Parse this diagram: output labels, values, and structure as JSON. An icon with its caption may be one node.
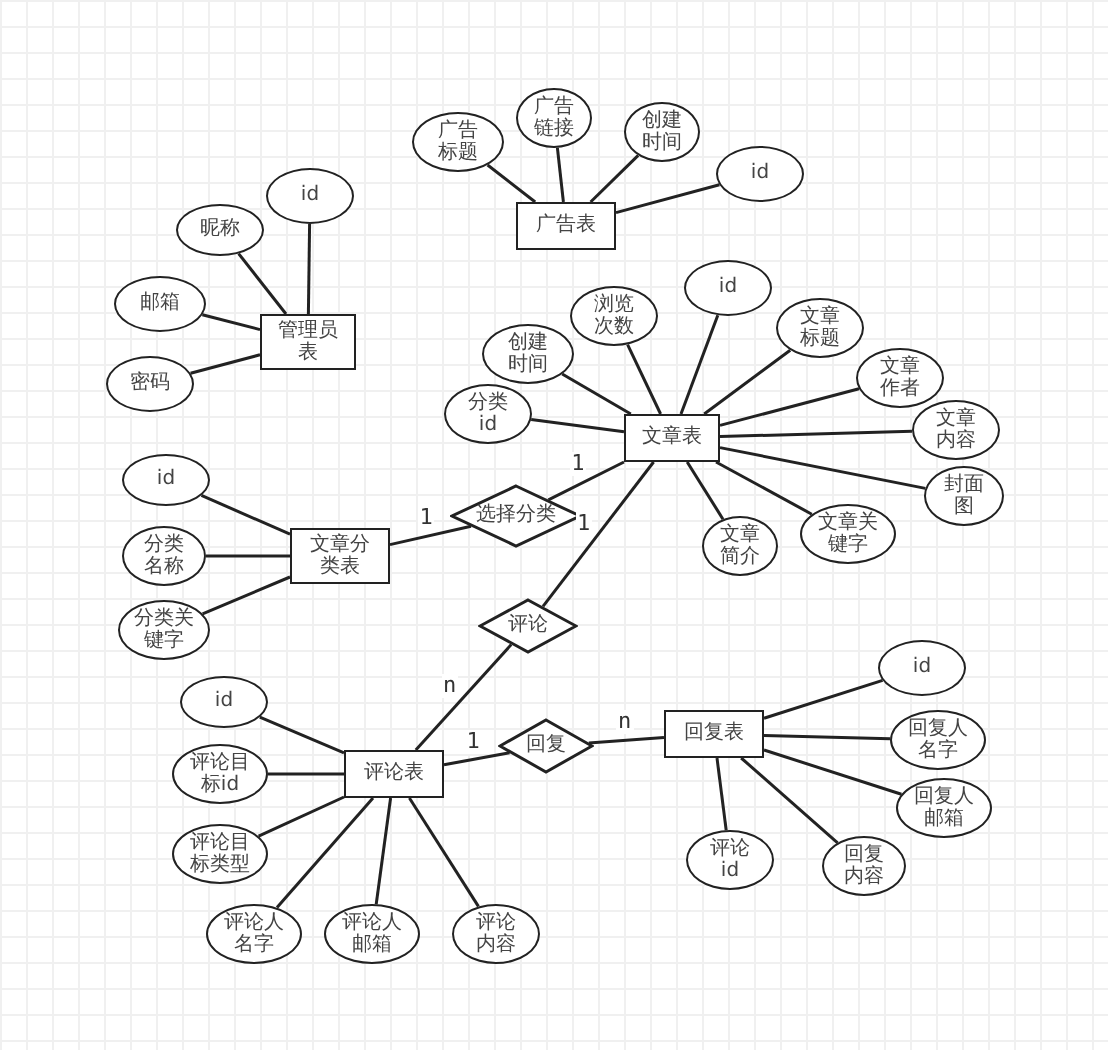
{
  "diagram": {
    "nodes": [
      {
        "text": [
          "广告表"
        ]
      },
      {
        "text": [
          "广告标题"
        ]
      },
      {
        "text": [
          "广告链接"
        ]
      },
      {
        "text": [
          "创建时间"
        ]
      },
      {
        "text": [
          "id"
        ]
      },
      {
        "text": [
          "管理员表"
        ]
      },
      {
        "text": [
          "id"
        ]
      },
      {
        "text": [
          "昵称"
        ]
      },
      {
        "text": [
          "邮箱"
        ]
      },
      {
        "text": [
          "密码"
        ]
      },
      {
        "text": [
          "文章表"
        ]
      },
      {
        "text": [
          "分类id"
        ]
      },
      {
        "text": [
          "创建时间"
        ]
      },
      {
        "text": [
          "浏览次数"
        ]
      },
      {
        "text": [
          "id"
        ]
      },
      {
        "text": [
          "文章标题"
        ]
      },
      {
        "text": [
          "文章作者"
        ]
      },
      {
        "text": [
          "文章内容"
        ]
      },
      {
        "text": [
          "封面图"
        ]
      },
      {
        "text": [
          "文章关键字"
        ]
      },
      {
        "text": [
          "文章简介"
        ]
      },
      {
        "text": [
          "文章分类表"
        ]
      },
      {
        "text": [
          "id"
        ]
      },
      {
        "text": [
          "分类名称"
        ]
      },
      {
        "text": [
          "分类关键字"
        ]
      },
      {
        "text": [
          "选择分类"
        ]
      },
      {
        "text": [
          "评论"
        ]
      },
      {
        "text": [
          "评论表"
        ]
      },
      {
        "text": [
          "id"
        ]
      },
      {
        "text": [
          "评论目标id"
        ]
      },
      {
        "text": [
          "评论目标类型"
        ]
      },
      {
        "text": [
          "评论人名字"
        ]
      },
      {
        "text": [
          "评论人邮箱"
        ]
      },
      {
        "text": [
          "评论内容"
        ]
      },
      {
        "text": [
          "回复"
        ]
      },
      {
        "text": [
          "回复表"
        ]
      },
      {
        "text": [
          "id"
        ]
      },
      {
        "text": [
          "回复人名字"
        ]
      },
      {
        "text": [
          "回复人邮箱"
        ]
      },
      {
        "text": [
          "回复内容"
        ]
      },
      {
        "text": [
          "评论id"
        ]
      }
    ],
    "edges": [
      {
        "from": 0,
        "to": 1,
        "arrow": "none"
      },
      {
        "from": 0,
        "to": 2,
        "arrow": "none"
      },
      {
        "from": 0,
        "to": 3,
        "arrow": "none"
      },
      {
        "from": 0,
        "to": 4,
        "arrow": "none"
      },
      {
        "from": 5,
        "to": 6,
        "arrow": "none"
      },
      {
        "from": 5,
        "to": 7,
        "arrow": "none"
      },
      {
        "from": 5,
        "to": 8,
        "arrow": "none"
      },
      {
        "from": 5,
        "to": 9,
        "arrow": "none"
      },
      {
        "from": 10,
        "to": 11,
        "arrow": "none"
      },
      {
        "from": 10,
        "to": 12,
        "arrow": "none"
      },
      {
        "from": 10,
        "to": 13,
        "arrow": "none"
      },
      {
        "from": 10,
        "to": 14,
        "arrow": "none"
      },
      {
        "from": 10,
        "to": 15,
        "arrow": "none"
      },
      {
        "from": 10,
        "to": 16,
        "arrow": "none"
      },
      {
        "from": 10,
        "to": 17,
        "arrow": "none"
      },
      {
        "from": 10,
        "to": 18,
        "arrow": "none"
      },
      {
        "from": 10,
        "to": 19,
        "arrow": "none"
      },
      {
        "from": 10,
        "to": 20,
        "arrow": "none"
      },
      {
        "from": 21,
        "to": 22,
        "arrow": "none"
      },
      {
        "from": 21,
        "to": 23,
        "arrow": "none"
      },
      {
        "from": 21,
        "to": 24,
        "arrow": "none"
      },
      {
        "from": 21,
        "to": 25,
        "arrow": "none",
        "label": "1"
      },
      {
        "from": 25,
        "to": 10,
        "arrow": "none",
        "label": "1"
      },
      {
        "from": 26,
        "to": 10,
        "arrow": "none",
        "label": "1"
      },
      {
        "from": 27,
        "to": 26,
        "arrow": "none",
        "label": "n"
      },
      {
        "from": 27,
        "to": 28,
        "arrow": "none"
      },
      {
        "from": 27,
        "to": 29,
        "arrow": "none"
      },
      {
        "from": 27,
        "to": 30,
        "arrow": "none"
      },
      {
        "from": 27,
        "to": 31,
        "arrow": "none"
      },
      {
        "from": 27,
        "to": 32,
        "arrow": "none"
      },
      {
        "from": 27,
        "to": 33,
        "arrow": "none"
      },
      {
        "from": 27,
        "to": 34,
        "arrow": "none",
        "label": "1"
      },
      {
        "from": 34,
        "to": 35,
        "arrow": "none",
        "label": "n"
      },
      {
        "from": 35,
        "to": 36,
        "arrow": "none"
      },
      {
        "from": 35,
        "to": 37,
        "arrow": "none"
      },
      {
        "from": 35,
        "to": 38,
        "arrow": "none"
      },
      {
        "from": 35,
        "to": 39,
        "arrow": "none"
      },
      {
        "from": 35,
        "to": 40,
        "arrow": "none"
      }
    ]
  }
}
